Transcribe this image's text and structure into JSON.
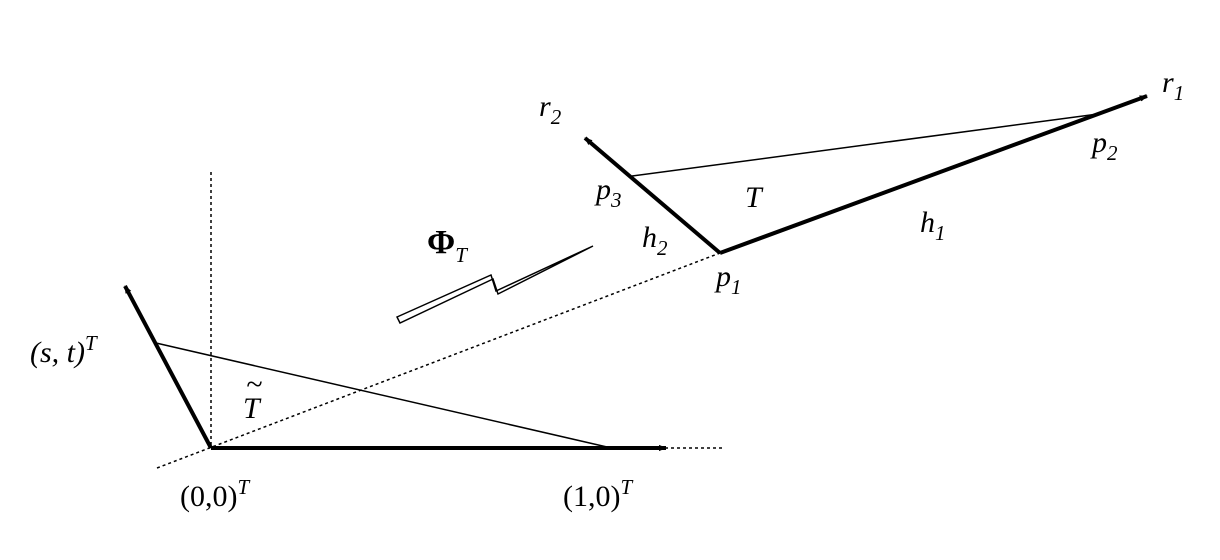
{
  "diagram": {
    "reference_triangle": {
      "symbol": "T",
      "symbol_tilde": "~",
      "origin_label": "(0,0)",
      "origin_superscript": "T",
      "unit_label": "(1,0)",
      "unit_superscript": "T",
      "apex_label": "(s, t)",
      "apex_superscript": "T"
    },
    "mapping": {
      "symbol": "Φ",
      "subscript": "T"
    },
    "physical_triangle": {
      "symbol": "T",
      "vertices": [
        {
          "base": "p",
          "index": "1"
        },
        {
          "base": "p",
          "index": "2"
        },
        {
          "base": "p",
          "index": "3"
        }
      ],
      "edges": [
        {
          "base": "h",
          "index": "1"
        },
        {
          "base": "h",
          "index": "2"
        }
      ],
      "directions": [
        {
          "base": "r",
          "index": "1"
        },
        {
          "base": "r",
          "index": "2"
        }
      ]
    },
    "colors": {
      "ink": "#000000",
      "background": "#ffffff"
    }
  }
}
